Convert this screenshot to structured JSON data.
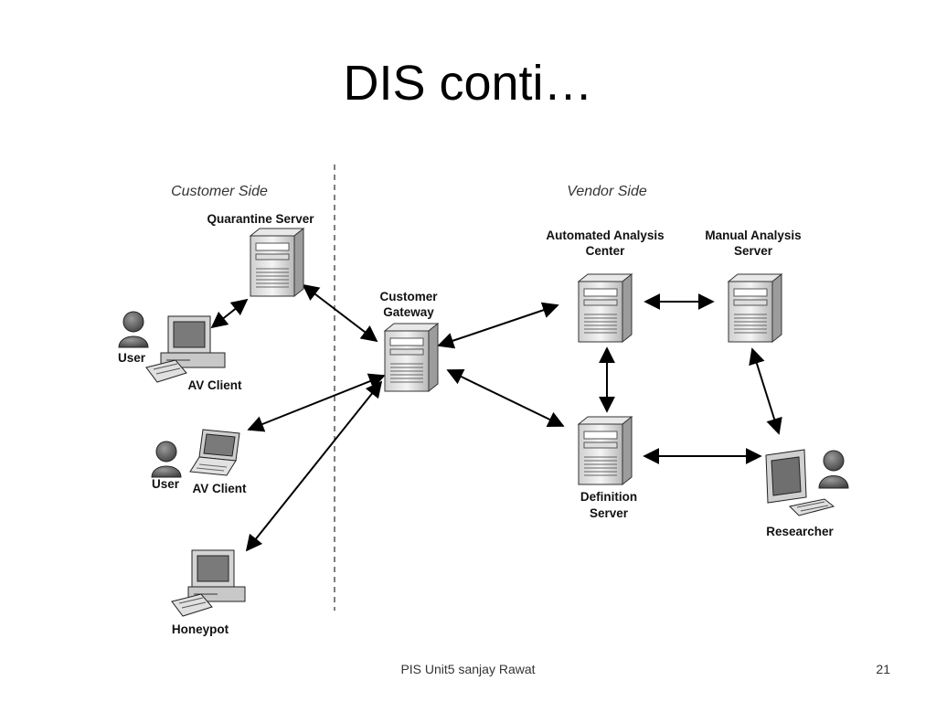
{
  "slide": {
    "title": "DIS conti…",
    "footer": "PIS Unit5 sanjay Rawat",
    "page_number": "21"
  },
  "diagram": {
    "sides": {
      "customer": "Customer Side",
      "vendor": "Vendor Side"
    },
    "nodes": {
      "quarantine_server": [
        "Quarantine Server"
      ],
      "user_1": [
        "User"
      ],
      "av_client_1": [
        "AV Client"
      ],
      "user_2": [
        "User"
      ],
      "av_client_2": [
        "AV Client"
      ],
      "honeypot": [
        "Honeypot"
      ],
      "customer_gateway": [
        "Customer",
        "Gateway"
      ],
      "automated_analysis_center": [
        "Automated Analysis",
        "Center"
      ],
      "manual_analysis_server": [
        "Manual Analysis",
        "Server"
      ],
      "definition_server": [
        "Definition",
        "Server"
      ],
      "researcher": [
        "Researcher"
      ]
    },
    "icons": {
      "quarantine_server": "server-icon",
      "customer_gateway": "server-icon",
      "automated_analysis_center": "server-icon",
      "manual_analysis_server": "server-icon",
      "definition_server": "server-icon",
      "av_client_1": "desktop-computer-icon",
      "av_client_2": "laptop-icon",
      "honeypot": "desktop-computer-icon",
      "researcher": "monitor-icon",
      "user_1": "user-icon",
      "user_2": "user-icon",
      "researcher_user": "user-icon"
    },
    "edges": [
      {
        "from": "quarantine_server",
        "to": "av_client_1",
        "direction": "both"
      },
      {
        "from": "quarantine_server",
        "to": "customer_gateway",
        "direction": "both"
      },
      {
        "from": "customer_gateway",
        "to": "av_client_2",
        "direction": "both"
      },
      {
        "from": "customer_gateway",
        "to": "honeypot",
        "direction": "both"
      },
      {
        "from": "customer_gateway",
        "to": "automated_analysis_center",
        "direction": "both"
      },
      {
        "from": "customer_gateway",
        "to": "definition_server",
        "direction": "both"
      },
      {
        "from": "automated_analysis_center",
        "to": "manual_analysis_server",
        "direction": "both"
      },
      {
        "from": "automated_analysis_center",
        "to": "definition_server",
        "direction": "both"
      },
      {
        "from": "manual_analysis_server",
        "to": "researcher",
        "direction": "both"
      },
      {
        "from": "definition_server",
        "to": "researcher",
        "direction": "both"
      }
    ]
  }
}
